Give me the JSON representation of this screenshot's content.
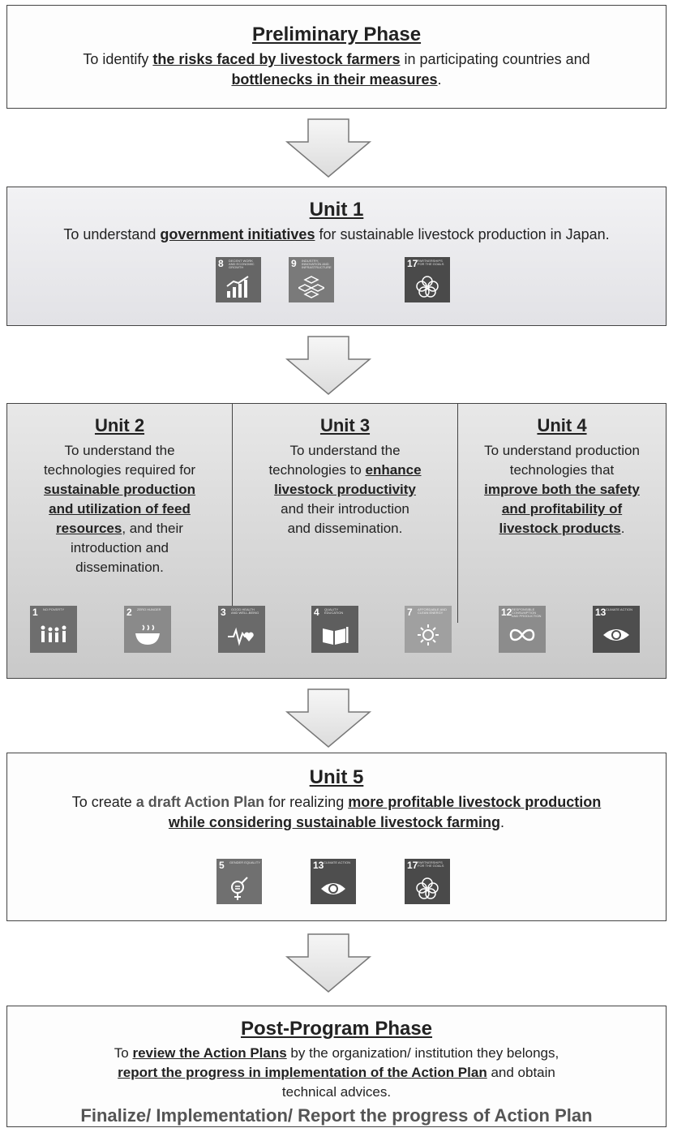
{
  "preliminary": {
    "title": "Preliminary Phase",
    "t1": "To identify ",
    "u1": "the risks faced by livestock farmers",
    "t2": " in participating countries and",
    "u2": "bottlenecks in their measures",
    "t3": "."
  },
  "unit1": {
    "title": "Unit  1",
    "t1": "To understand ",
    "u1": "government initiatives",
    "t2": " for sustainable livestock production in Japan.",
    "icons": [
      {
        "num": "8",
        "label": "DECENT WORK AND ECONOMIC GROWTH",
        "icon": "growth-chart-icon",
        "color": "#666666"
      },
      {
        "num": "9",
        "label": "INDUSTRY, INNOVATION AND INFRASTRUCTURE",
        "icon": "cubes-icon",
        "color": "#7a7a7a"
      },
      {
        "num": "17",
        "label": "PARTNERSHIPS FOR THE GOALS",
        "icon": "flower-rings-icon",
        "color": "#4a4a4a"
      }
    ]
  },
  "unit2": {
    "title": "Unit  2",
    "l1": "To understand the",
    "l2": "technologies required for",
    "u1": "sustainable production",
    "u2": "and utilization of feed",
    "u3": "resources",
    "l3": ", and their",
    "l4": "introduction and",
    "l5": "dissemination."
  },
  "unit3": {
    "title": "Unit  3",
    "l1": "To understand the",
    "l2": "technologies to ",
    "u1": "enhance",
    "u2": "livestock productivity",
    "l3": "and their introduction",
    "l4": "and dissemination."
  },
  "unit4": {
    "title": "Unit  4",
    "l1": "To understand production",
    "l2": "technologies that",
    "u1": "improve both the safety",
    "u2": "and profitability of",
    "u3": "livestock products",
    "l3": "."
  },
  "units234_icons": [
    {
      "num": "1",
      "label": "NO POVERTY",
      "icon": "family-icon",
      "color": "#6e6e6e"
    },
    {
      "num": "2",
      "label": "ZERO HUNGER",
      "icon": "bowl-icon",
      "color": "#8a8a8a"
    },
    {
      "num": "3",
      "label": "GOOD HEALTH AND WELL-BEING",
      "icon": "heartbeat-icon",
      "color": "#6a6a6a"
    },
    {
      "num": "4",
      "label": "QUALITY EDUCATION",
      "icon": "book-icon",
      "color": "#5e5e5e"
    },
    {
      "num": "7",
      "label": "AFFORDABLE AND CLEAN ENERGY",
      "icon": "sun-icon",
      "color": "#a0a0a0"
    },
    {
      "num": "12",
      "label": "RESPONSIBLE CONSUMPTION AND PRODUCTION",
      "icon": "infinity-icon",
      "color": "#8c8c8c"
    },
    {
      "num": "13",
      "label": "CLIMATE ACTION",
      "icon": "eye-globe-icon",
      "color": "#4e4e4e"
    }
  ],
  "unit5": {
    "title": "Unit  5",
    "t1": "To create ",
    "h1": "a draft Action Plan",
    "t2": " for realizing ",
    "u1": "more profitable livestock production",
    "u2": "while considering sustainable livestock farming",
    "t3": ".",
    "icons": [
      {
        "num": "5",
        "label": "GENDER EQUALITY",
        "icon": "gender-icon",
        "color": "#707070"
      },
      {
        "num": "13",
        "label": "CLIMATE ACTION",
        "icon": "eye-globe-icon",
        "color": "#4e4e4e"
      },
      {
        "num": "17",
        "label": "PARTNERSHIPS FOR THE GOALS",
        "icon": "flower-rings-icon",
        "color": "#4a4a4a"
      }
    ]
  },
  "post": {
    "title": "Post-Program Phase",
    "t1": "To ",
    "u1": "review the Action Plans",
    "t2": " by the organization/ institution they belongs,",
    "u2": "report the progress in implementation of the Action Plan",
    "t3": " and obtain",
    "t4": "technical advices.",
    "final": "Finalize/ Implementation/ Report the progress of Action Plan"
  }
}
